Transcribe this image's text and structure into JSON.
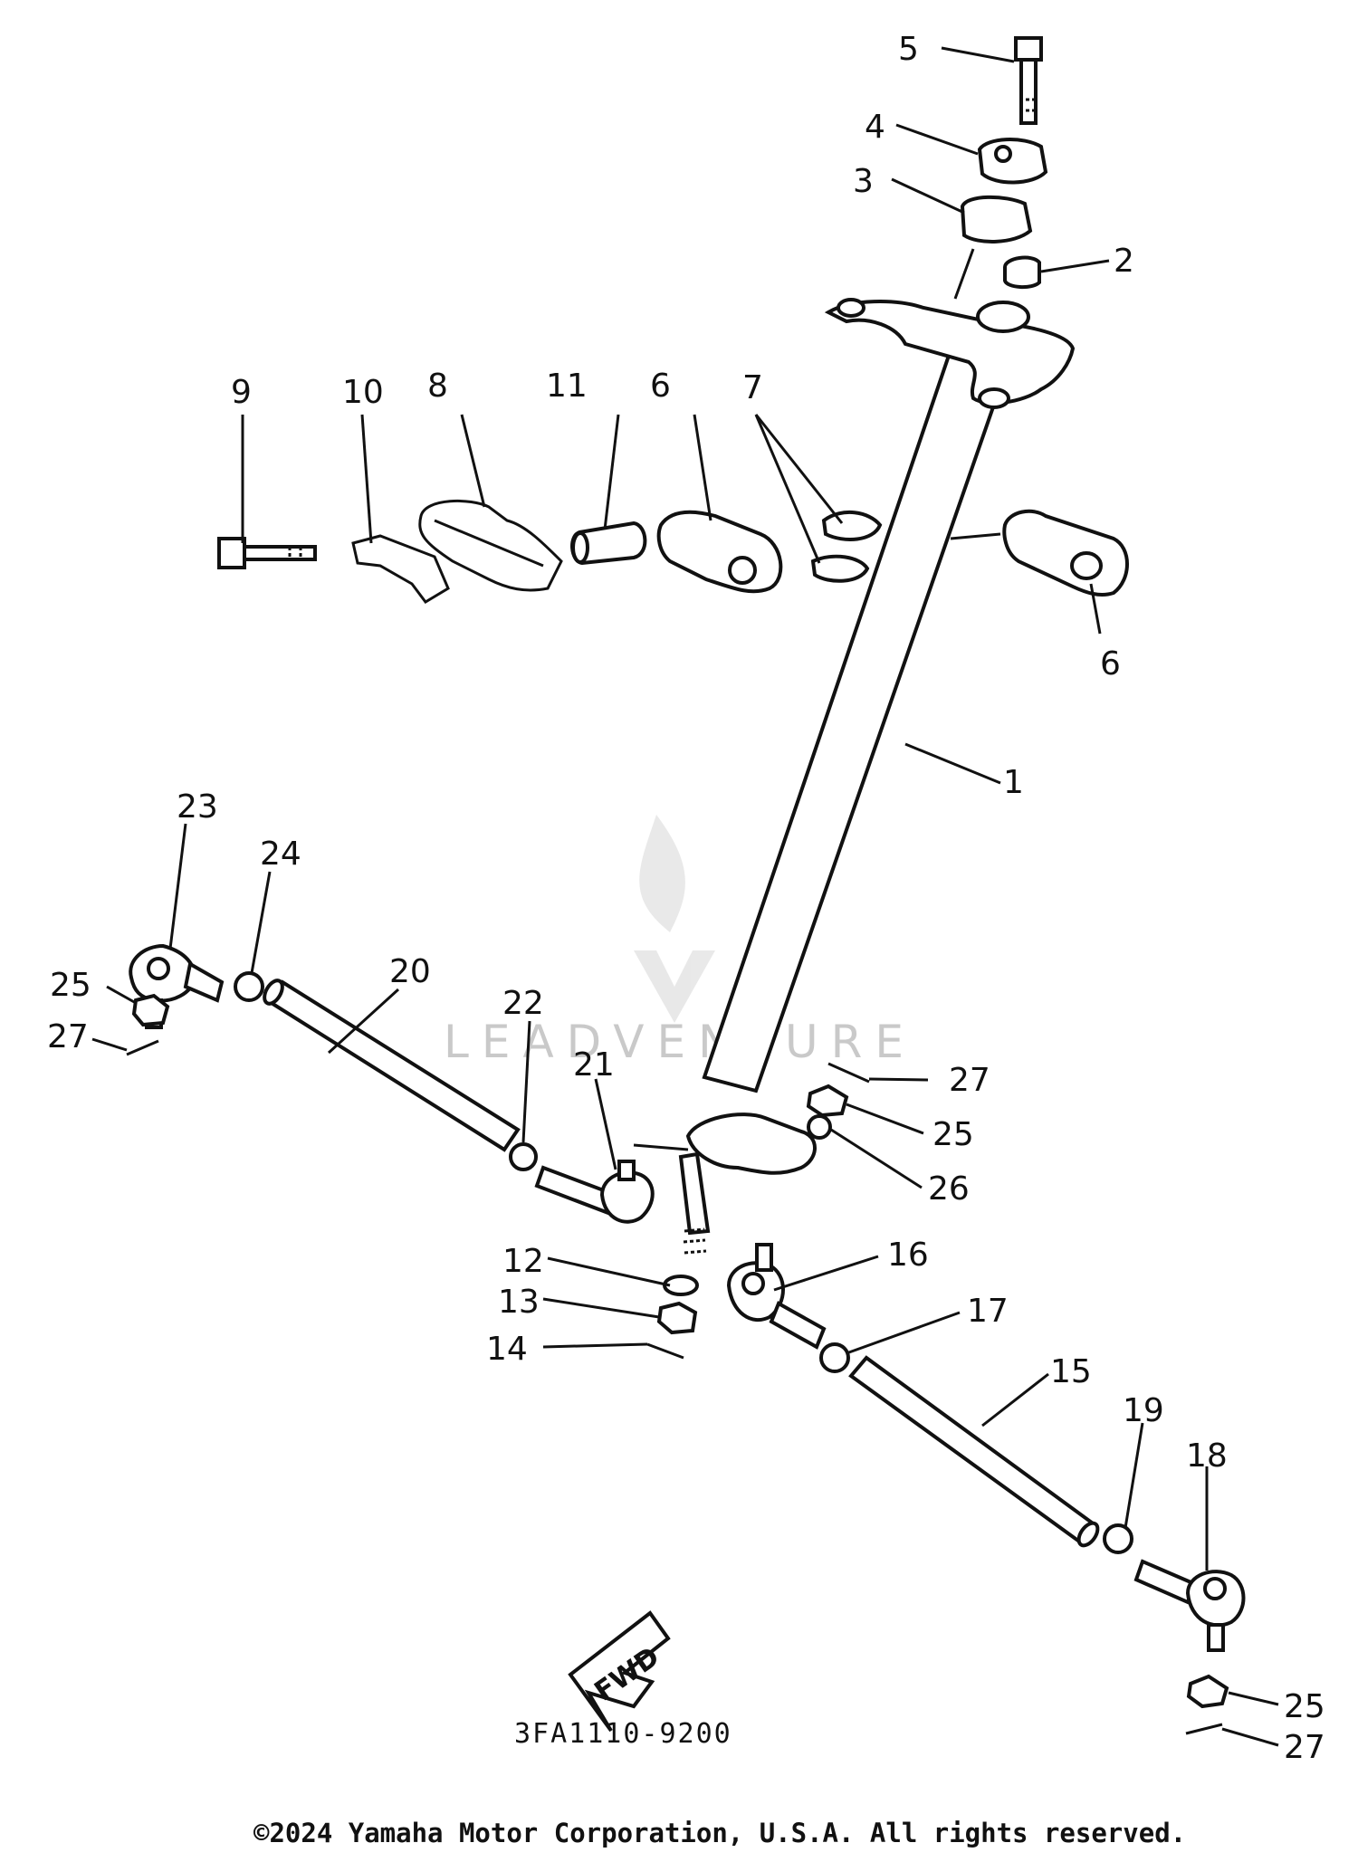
{
  "diagram": {
    "part_numbers": [
      "1",
      "2",
      "3",
      "4",
      "5",
      "6",
      "6",
      "7",
      "8",
      "9",
      "10",
      "11",
      "12",
      "13",
      "14",
      "15",
      "16",
      "17",
      "18",
      "19",
      "20",
      "21",
      "22",
      "23",
      "24",
      "25",
      "25",
      "25",
      "26",
      "27",
      "27",
      "27"
    ],
    "illustration_code": "3FA1110-9200",
    "direction_label": "FWD",
    "watermark": "LEADVENTURE",
    "copyright": "©2024 Yamaha Motor Corporation, U.S.A. All rights reserved."
  }
}
